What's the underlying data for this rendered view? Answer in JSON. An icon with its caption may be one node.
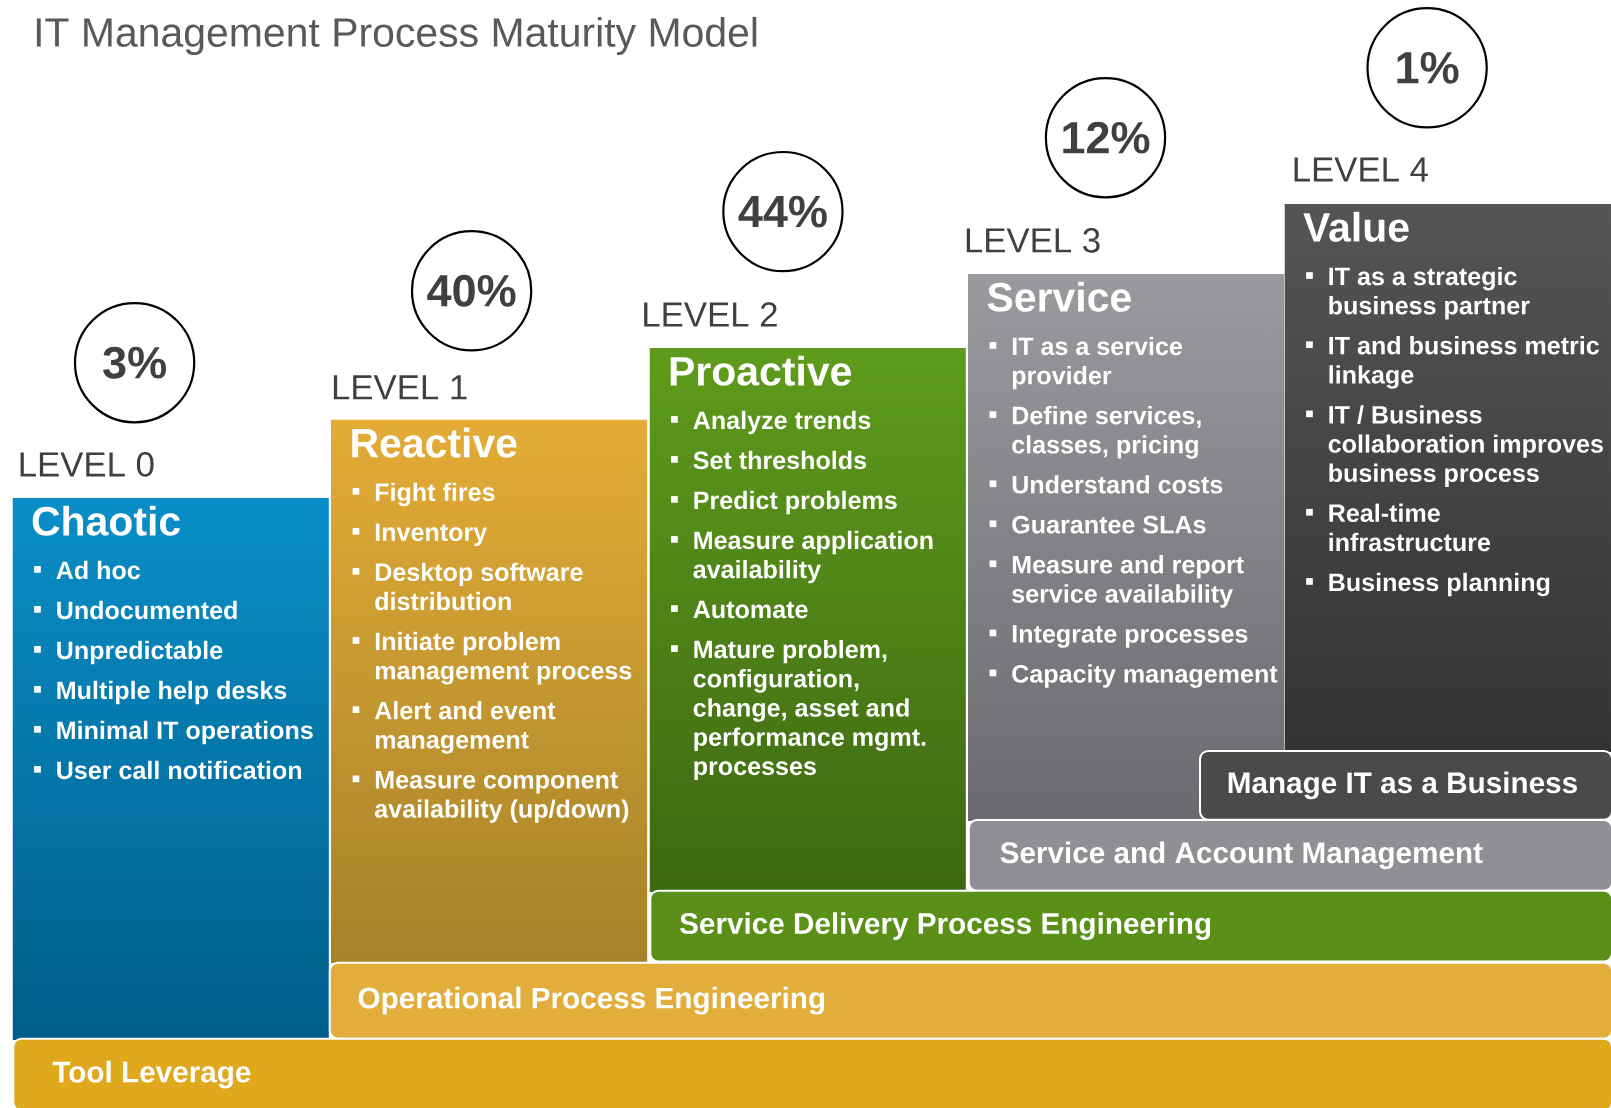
{
  "diagram": {
    "title": "IT Management Process Maturity Model",
    "nodes": [
      {
        "text": [
          "3%"
        ]
      },
      {
        "text": [
          "Chaotic",
          "Ad hoc",
          "Undocumented",
          "Unpredictable",
          "Multiple help desks",
          "Minimal IT operations",
          "User call notification"
        ],
        "beside": [
          "LEVEL 0"
        ]
      },
      {
        "text": [
          "40%"
        ]
      },
      {
        "text": [
          "Reactive",
          "Fight fires",
          "Inventory",
          "Desktop software distribution",
          "Initiate problem management process",
          "Alert and event management",
          "Measure component availability (up/down)"
        ],
        "beside": [
          "LEVEL 1"
        ]
      },
      {
        "text": [
          "44%"
        ]
      },
      {
        "text": [
          "Proactive",
          "Analyze trends",
          "Set thresholds",
          "Predict problems",
          "Measure application availability",
          "Automate",
          "Mature problem, configuration, change, asset and performance mgmt. processes"
        ],
        "beside": [
          "LEVEL 2"
        ]
      },
      {
        "text": [
          "12%"
        ]
      },
      {
        "text": [
          "Service",
          "IT as a service provider",
          "Define services, classes, pricing",
          "Understand costs",
          "Guarantee SLAs",
          "Measure and report service availability",
          "Integrate processes",
          "Capacity management"
        ],
        "beside": [
          "LEVEL 3"
        ]
      },
      {
        "text": [
          "1%"
        ]
      },
      {
        "text": [
          "Value",
          "IT as a strategic business partner",
          "IT and business metric linkage",
          "IT / Business collaboration improves business process",
          "Real-time infrastructure",
          "Business planning"
        ],
        "beside": [
          "LEVEL 4"
        ]
      },
      {
        "text": [
          "Manage IT as a Business"
        ]
      },
      {
        "text": [
          "Service and Account Management"
        ]
      },
      {
        "text": [
          "Service Delivery Process Engineering"
        ]
      },
      {
        "text": [
          "Operational Process Engineering"
        ]
      },
      {
        "text": [
          "Tool Leverage"
        ]
      }
    ]
  }
}
